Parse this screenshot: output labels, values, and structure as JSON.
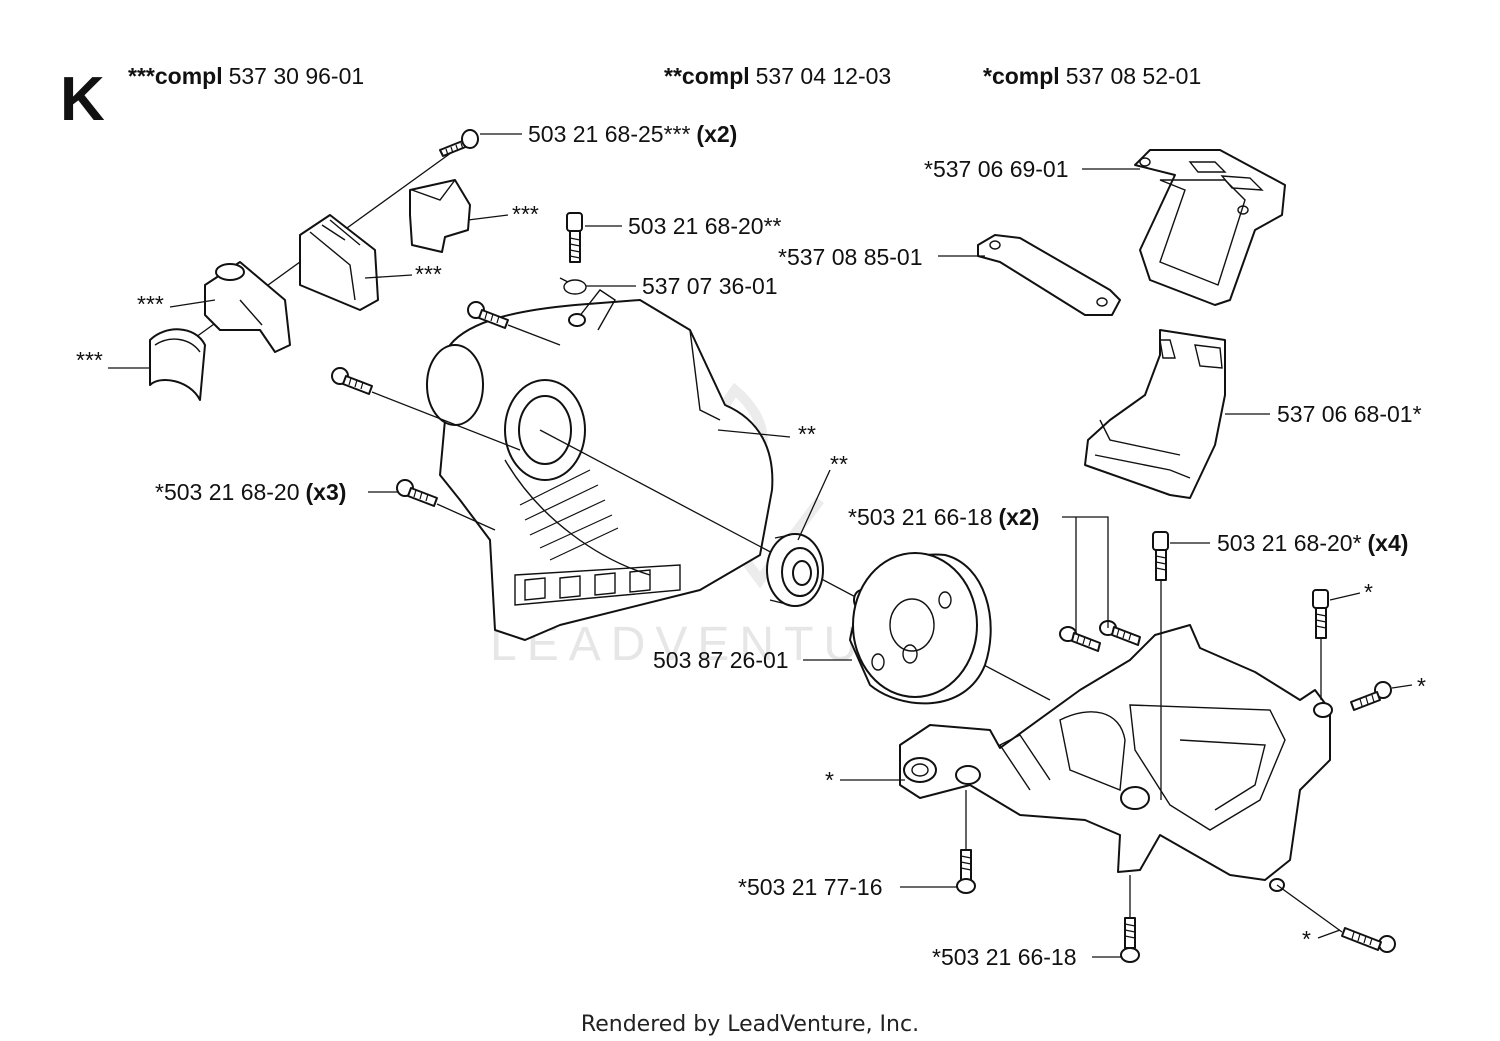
{
  "section_letter": "K",
  "kits": [
    {
      "name": "***compl",
      "number": "537 30 96-01"
    },
    {
      "name": "**compl",
      "number": "537 04 12-03"
    },
    {
      "name": "*compl",
      "number": "537 08 52-01"
    }
  ],
  "callouts": {
    "c1": {
      "text": "503 21 68-25***",
      "qty": "(x2)"
    },
    "c2": {
      "text": "***"
    },
    "c3": {
      "text": "503 21 68-20**"
    },
    "c4": {
      "text": "***"
    },
    "c5": {
      "text": "537 07 36-01"
    },
    "c6": {
      "text": "***"
    },
    "c7": {
      "text": "***"
    },
    "c8": {
      "text": "**"
    },
    "c9": {
      "text": "**"
    },
    "c10": {
      "text": "*503 21 68-20",
      "qty": "(x3)"
    },
    "c11": {
      "text": "*537 06 69-01"
    },
    "c12": {
      "text": "*537 08 85-01"
    },
    "c13": {
      "text": "537 06 68-01*"
    },
    "c14": {
      "text": "*503 21 66-18",
      "qty": "(x2)"
    },
    "c15": {
      "text": "503 21 68-20*",
      "qty": "(x4)"
    },
    "c16": {
      "text": "*"
    },
    "c17": {
      "text": "*"
    },
    "c18": {
      "text": "503 87 26-01"
    },
    "c19": {
      "text": "*"
    },
    "c20": {
      "text": "*503 21 77-16"
    },
    "c21": {
      "text": "*"
    },
    "c22": {
      "text": "*503 21 66-18"
    }
  },
  "watermark": "LEADVENTURE",
  "footer": "Rendered by LeadVenture, Inc."
}
